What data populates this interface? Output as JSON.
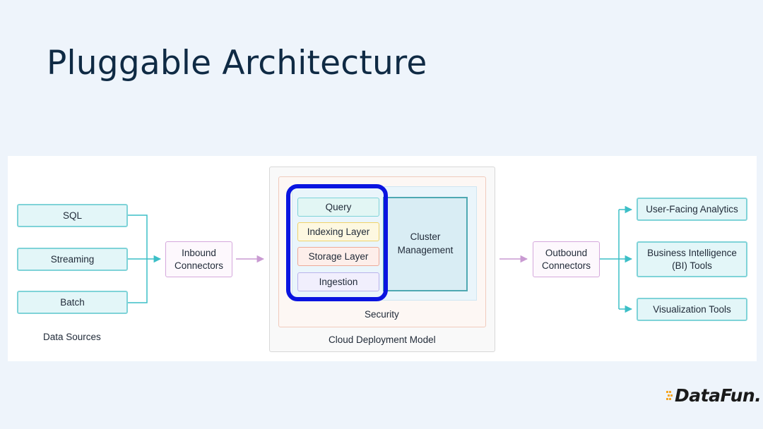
{
  "title": "Pluggable Architecture",
  "sources": {
    "items": [
      "SQL",
      "Streaming",
      "Batch"
    ],
    "caption": "Data Sources"
  },
  "inbound": "Inbound\nConnectors",
  "core": {
    "layers": [
      "Query",
      "Indexing Layer",
      "Storage Layer",
      "Ingestion"
    ],
    "cluster": "Cluster\nManagement",
    "security": "Security",
    "cloud": "Cloud Deployment Model"
  },
  "outbound": "Outbound\nConnectors",
  "outputs": [
    "User-Facing Analytics",
    "Business Intelligence\n(BI) Tools",
    "Visualization Tools"
  ],
  "logo": "DataFun.",
  "colors": {
    "teal_border": "#7fd3d8",
    "purple_border": "#d5a8dc",
    "highlight": "#0a14e0",
    "logo_accent": "#f5a623"
  }
}
